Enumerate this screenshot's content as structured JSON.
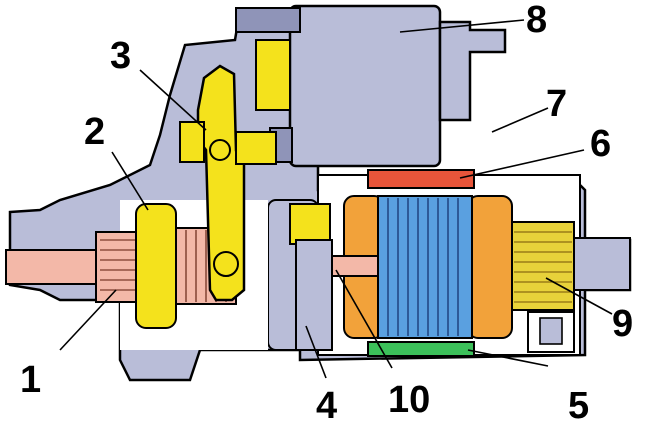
{
  "colors": {
    "background": "#ffffff",
    "housing": "#b9bdd8",
    "housing_dark": "#8f94b8",
    "outline": "#000000",
    "lever_yellow": "#f4e21c",
    "copper": "#f2a23a",
    "armature_blue": "#5aa0e0",
    "field_red": "#e8553a",
    "brush_green": "#3cc05a",
    "commutator_gold": "#e8d23a",
    "pinion": "#f3b8a8"
  },
  "callouts": [
    {
      "id": "1",
      "label": "1"
    },
    {
      "id": "2",
      "label": "2"
    },
    {
      "id": "3",
      "label": "3"
    },
    {
      "id": "4",
      "label": "4"
    },
    {
      "id": "5",
      "label": "5"
    },
    {
      "id": "6",
      "label": "6"
    },
    {
      "id": "7",
      "label": "7"
    },
    {
      "id": "8",
      "label": "8"
    },
    {
      "id": "9",
      "label": "9"
    },
    {
      "id": "10",
      "label": "10"
    }
  ]
}
